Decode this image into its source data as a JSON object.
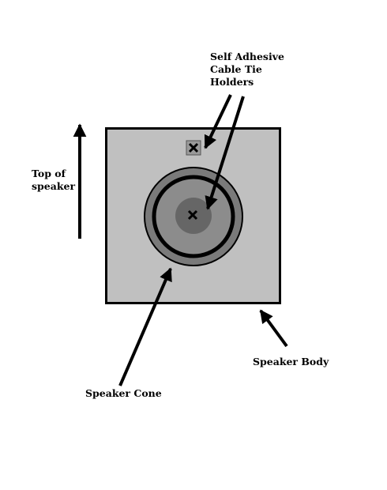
{
  "labels": {
    "holders_line1": "Self Adhesive",
    "holders_line2": "Cable Tie",
    "holders_line3": "Holders",
    "top_line1": "Top of",
    "top_line2": "speaker",
    "body": "Speaker Body",
    "cone": "Speaker Cone"
  },
  "colors": {
    "body_fill": "#c0c0c0",
    "ring_fill": "#7a7a7a",
    "cone_fill": "#8c8c8c",
    "dust_cap_fill": "#666666",
    "holder_fill": "#9a9a9a",
    "ink": "#000000"
  },
  "icons": [
    "arrow-icon",
    "cable-tie-holder-icon"
  ]
}
